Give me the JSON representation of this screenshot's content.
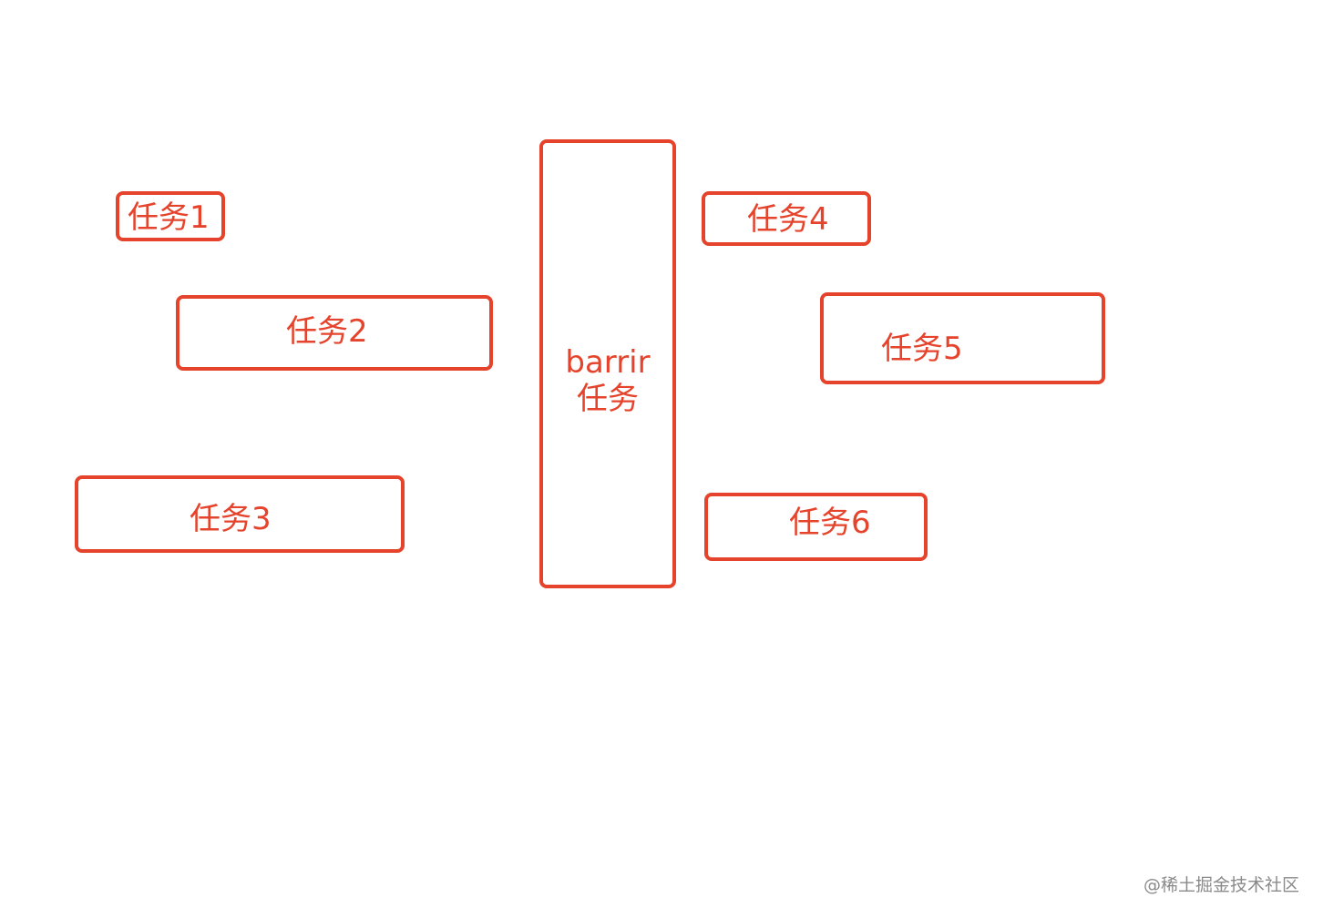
{
  "diagram": {
    "tasks": [
      {
        "label": "任务1"
      },
      {
        "label": "任务2"
      },
      {
        "label": "任务3"
      },
      {
        "label": "任务4"
      },
      {
        "label": "任务5"
      },
      {
        "label": "任务6"
      }
    ],
    "barrier": {
      "line1": "barrir",
      "line2": "任务"
    },
    "colors": {
      "stroke": "#e5432b",
      "text": "#e5432b",
      "background": "#ffffff",
      "watermark": "#8a8a8a"
    }
  },
  "watermark": "@稀土掘金技术社区"
}
